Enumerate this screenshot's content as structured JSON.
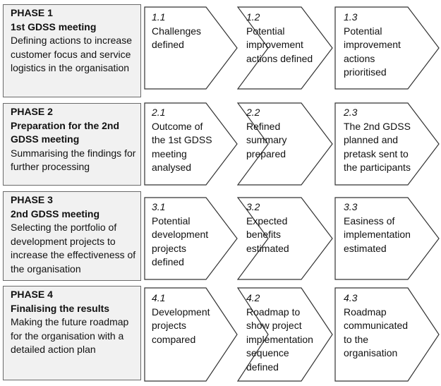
{
  "phases": [
    {
      "title": "PHASE 1",
      "subtitle": "1st GDSS meeting",
      "description": "Defining actions to increase customer focus and service logistics in the organisation",
      "steps": [
        {
          "num": "1.1",
          "label": "Challenges defined"
        },
        {
          "num": "1.2",
          "label": "Potential improvement actions defined"
        },
        {
          "num": "1.3",
          "label": "Potential improvement actions prioritised"
        }
      ]
    },
    {
      "title": "PHASE 2",
      "subtitle": "Preparation for the 2nd GDSS meeting",
      "description": "Summarising the findings for further processing",
      "steps": [
        {
          "num": "2.1",
          "label": "Outcome of the 1st GDSS meeting analysed"
        },
        {
          "num": "2.2",
          "label": "Refined summary prepared"
        },
        {
          "num": "2.3",
          "label": "The 2nd GDSS planned and pretask sent to the participants"
        }
      ]
    },
    {
      "title": "PHASE 3",
      "subtitle": "2nd GDSS meeting",
      "description": "Selecting the portfolio of development projects to increase the effectiveness of the organisation",
      "steps": [
        {
          "num": "3.1",
          "label": "Potential development projects defined"
        },
        {
          "num": "3.2",
          "label": "Expected benefits estimated"
        },
        {
          "num": "3.3",
          "label": "Easiness of implementation estimated"
        }
      ]
    },
    {
      "title": "PHASE 4",
      "subtitle": "Finalising the results",
      "description": "Making the future roadmap for the organisation with a detailed action plan",
      "steps": [
        {
          "num": "4.1",
          "label": "Development projects compared"
        },
        {
          "num": "4.2",
          "label": "Roadmap to show project implementation sequence defined"
        },
        {
          "num": "4.3",
          "label": "Roadmap communicated to the organisation"
        }
      ]
    }
  ]
}
